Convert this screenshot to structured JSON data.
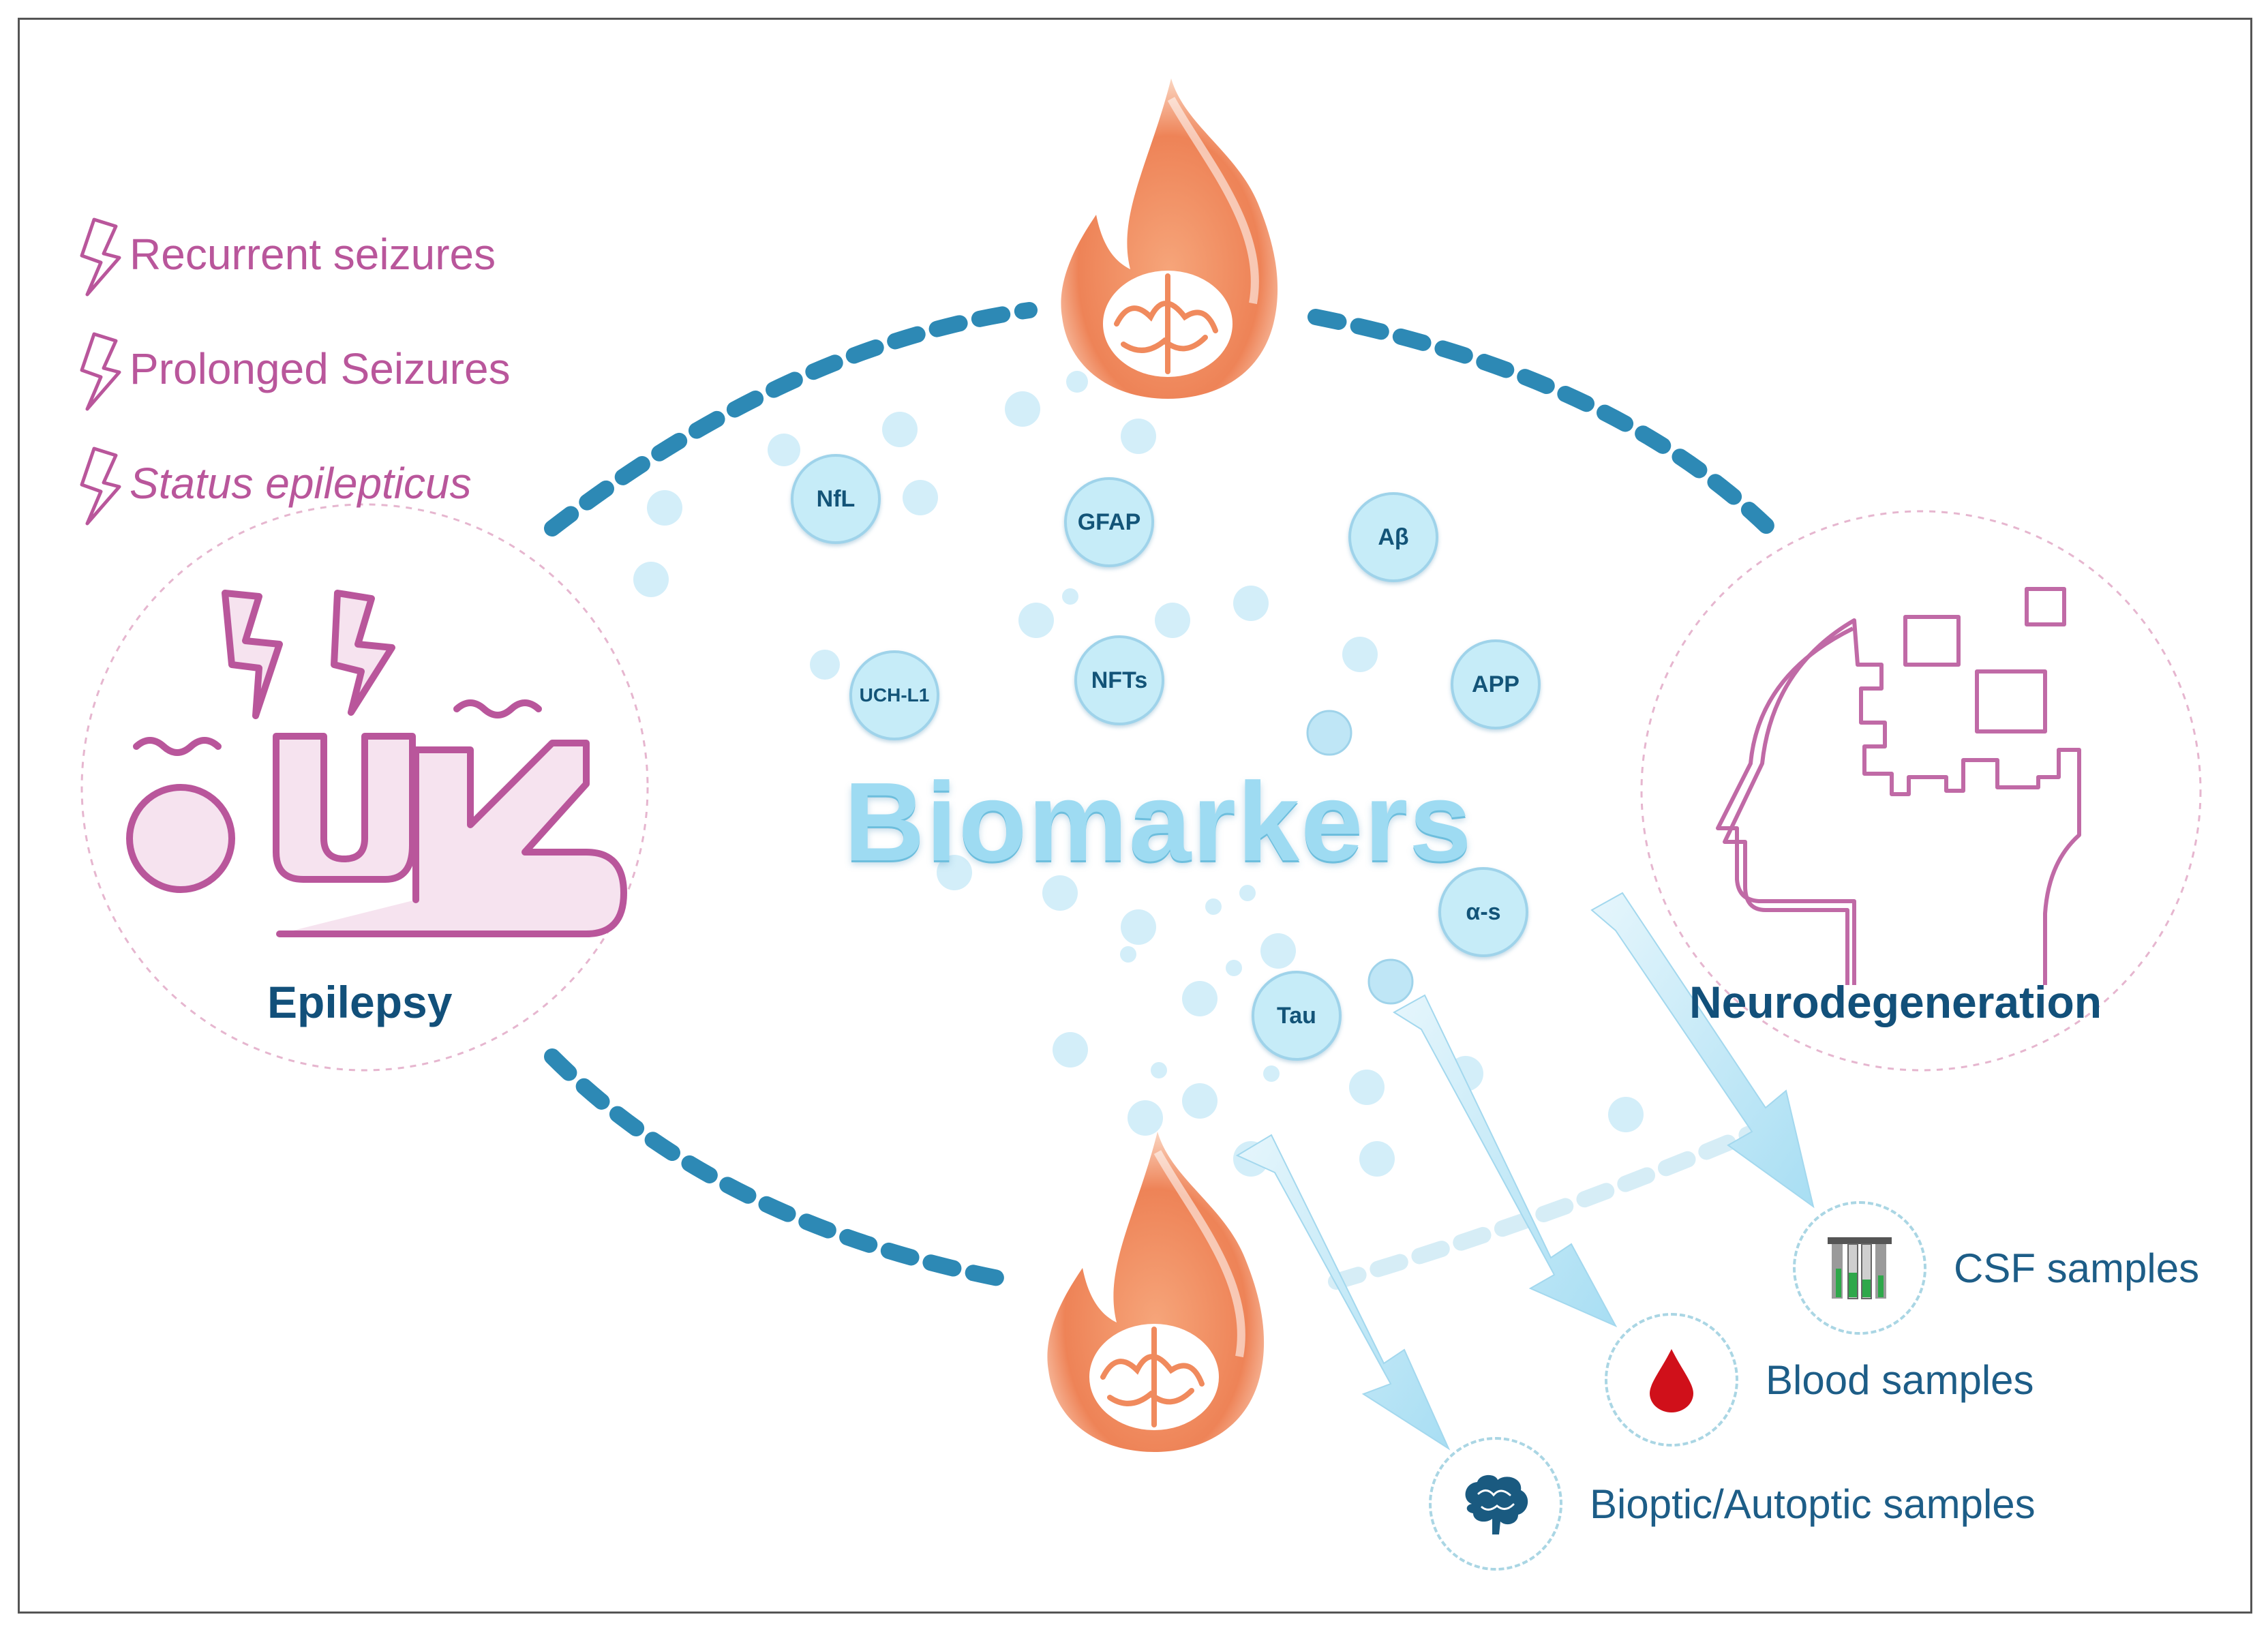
{
  "symptoms": [
    {
      "label": "Recurrent seizures",
      "italic": false
    },
    {
      "label": "Prolonged Seizures",
      "italic": false
    },
    {
      "label": "Status epilepticus",
      "italic": true
    }
  ],
  "title": "Biomarkers",
  "left_label": "Epilepsy",
  "right_label": "Neurodegeneration",
  "biomarkers": [
    "NfL",
    "GFAP",
    "Aβ",
    "UCH-L1",
    "NFTs",
    "APP",
    "α-s",
    "Tau"
  ],
  "samples": [
    "CSF samples",
    "Blood samples",
    "Bioptic/Autoptic samples"
  ],
  "colors": {
    "magenta": "#b9569b",
    "navy": "#12507a",
    "teal_dash": "#2d89b5",
    "bubble": "#c6ecf8",
    "flame": "#f08a5d",
    "arrow": "#bfe8f7",
    "blood": "#d0101a",
    "csf_green": "#2ea84a"
  }
}
